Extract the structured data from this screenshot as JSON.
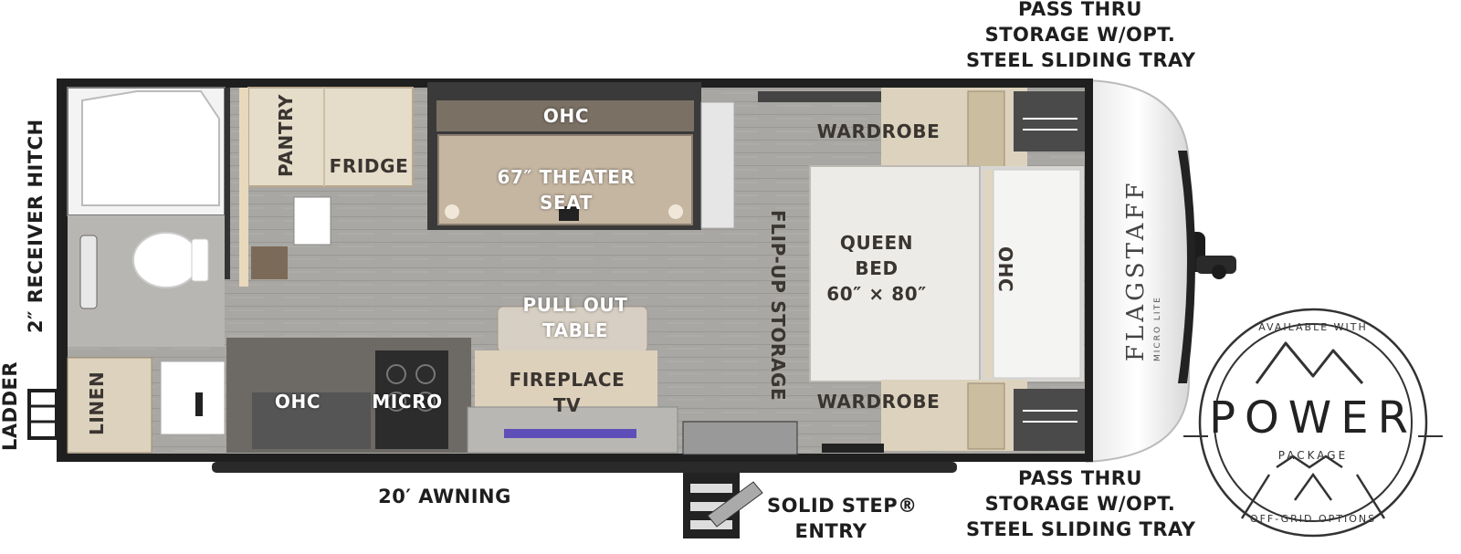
{
  "labels": {
    "pass_thru_top": [
      "PASS THRU",
      "STORAGE W/OPT.",
      "STEEL SLIDING TRAY"
    ],
    "pass_thru_bottom": [
      "PASS THRU",
      "STORAGE W/OPT.",
      "STEEL SLIDING TRAY"
    ],
    "receiver_hitch": "2″ RECEIVER HITCH",
    "ladder": "LADDER",
    "awning": "20′ AWNING",
    "entry_line1": "SOLID STEP®",
    "entry_line2": "ENTRY"
  },
  "rooms": {
    "pantry": "PANTRY",
    "fridge": "FRIDGE",
    "ohc_top": "OHC",
    "theater_line1": "67″ THEATER",
    "theater_line2": "SEAT",
    "flip_up_storage": "FLIP-UP STORAGE",
    "wardrobe_top": "WARDROBE",
    "queen_line1": "QUEEN",
    "queen_line2": "BED",
    "queen_line3": "60″ × 80″",
    "ohc_bed": "OHC",
    "pull_out_line1": "PULL OUT",
    "pull_out_line2": "TABLE",
    "fireplace_line1": "FIREPLACE",
    "fireplace_line2": "TV",
    "ohc_kitchen": "OHC",
    "micro": "MICRO",
    "linen": "LINEN",
    "wardrobe_bottom": "WARDROBE"
  },
  "brand": {
    "name": "FLAGSTAFF",
    "sub": "MICRO LITE"
  },
  "badge": {
    "top_text": "AVAILABLE WITH",
    "main_text": "POWER",
    "sub_text": "PACKAGE",
    "bottom_text": "OFF-GRID OPTIONS"
  }
}
